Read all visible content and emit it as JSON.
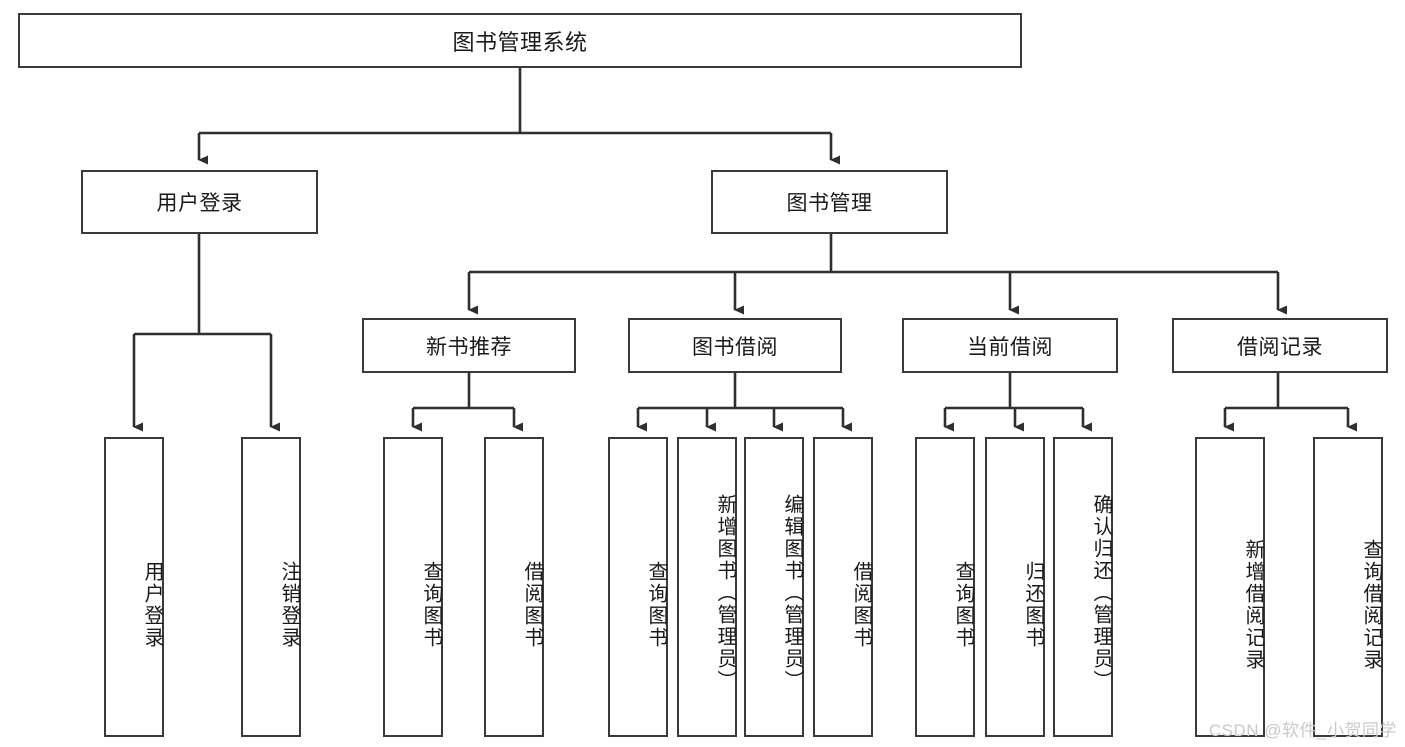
{
  "diagram": {
    "title": "图书管理系统",
    "type": "hierarchy-tree",
    "watermark": "CSDN @软件_小贺同学",
    "colors": {
      "box_border": "#3a3a3a",
      "box_fill": "#ffffff",
      "connector": "#2f2f2f",
      "text": "#1a1a1a",
      "watermark": "#c9c9c9"
    },
    "levels": {
      "root": {
        "label": "图书管理系统"
      },
      "level2": [
        {
          "label": "用户登录"
        },
        {
          "label": "图书管理"
        }
      ],
      "level3": [
        {
          "label": "新书推荐"
        },
        {
          "label": "图书借阅"
        },
        {
          "label": "当前借阅"
        },
        {
          "label": "借阅记录"
        }
      ],
      "leaves": {
        "用户登录": [
          {
            "label": "用户登录"
          },
          {
            "label": "注销登录"
          }
        ],
        "新书推荐": [
          {
            "label": "查询图书"
          },
          {
            "label": "借阅图书"
          }
        ],
        "图书借阅": [
          {
            "label": "查询图书"
          },
          {
            "label": "新增图书（管理员）"
          },
          {
            "label": "编辑图书（管理员）"
          },
          {
            "label": "借阅图书"
          }
        ],
        "当前借阅": [
          {
            "label": "查询图书"
          },
          {
            "label": "归还图书"
          },
          {
            "label": "确认归还（管理员）"
          }
        ],
        "借阅记录": [
          {
            "label": "新增借阅记录"
          },
          {
            "label": "查询借阅记录"
          }
        ]
      }
    }
  }
}
